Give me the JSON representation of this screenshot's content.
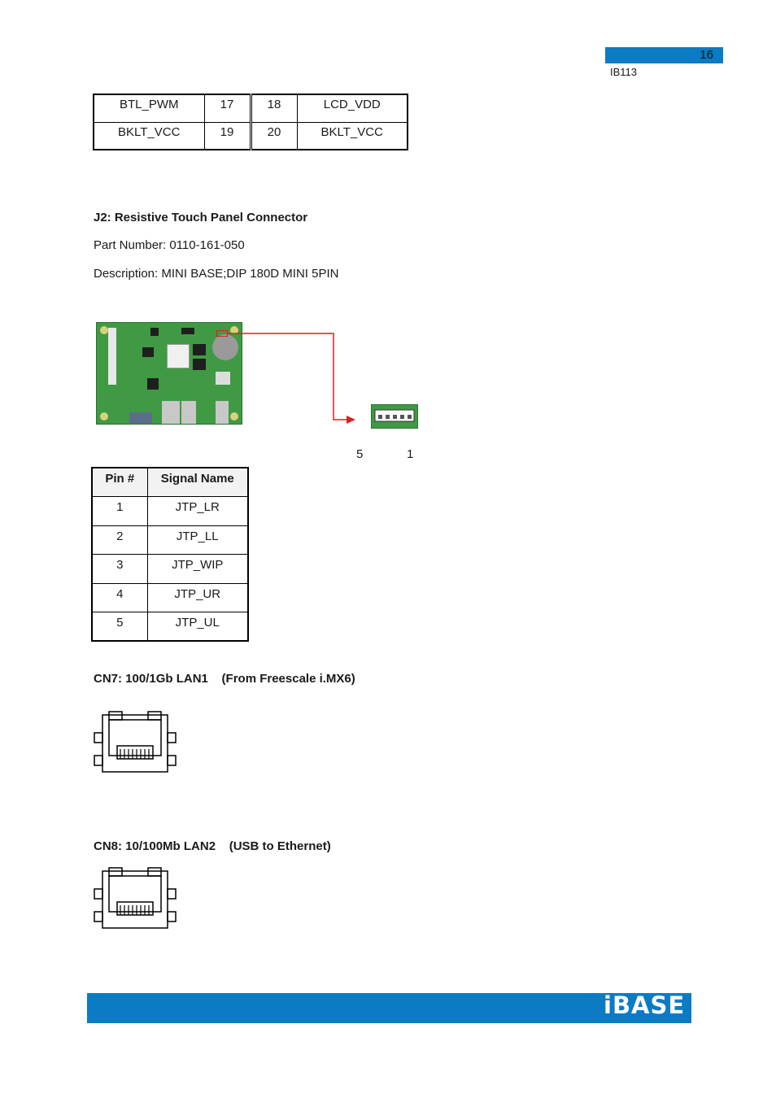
{
  "header": {
    "page_number": "16",
    "model": "IB113"
  },
  "top_table": {
    "rows": [
      [
        "BTL_PWM",
        "17",
        "18",
        "LCD_VDD"
      ],
      [
        "BKLT_VCC",
        "19",
        "20",
        "BKLT_VCC"
      ]
    ]
  },
  "j2": {
    "heading": "J2: Resistive Touch Panel Connector",
    "part_number": "Part Number: 0110-161-050",
    "description": "Description: MINI BASE;DIP 180D MINI 5PIN",
    "pin_label_left": "5",
    "pin_label_right": "1",
    "table": {
      "headers": [
        "Pin #",
        "Signal Name"
      ],
      "rows": [
        [
          "1",
          "JTP_LR"
        ],
        [
          "2",
          "JTP_LL"
        ],
        [
          "3",
          "JTP_WIP"
        ],
        [
          "4",
          "JTP_UR"
        ],
        [
          "5",
          "JTP_UL"
        ]
      ]
    }
  },
  "cn7": {
    "heading": "CN7: 100/1Gb LAN1    (From Freescale i.MX6)"
  },
  "cn8": {
    "heading": "CN8: 10/100Mb LAN2    (USB to Ethernet)"
  },
  "footer": {
    "logo": "iBASE"
  },
  "colors": {
    "brand_blue": "#0b7bc4",
    "pointer_red": "#e01f1f",
    "board_green": "#3f9a43"
  }
}
